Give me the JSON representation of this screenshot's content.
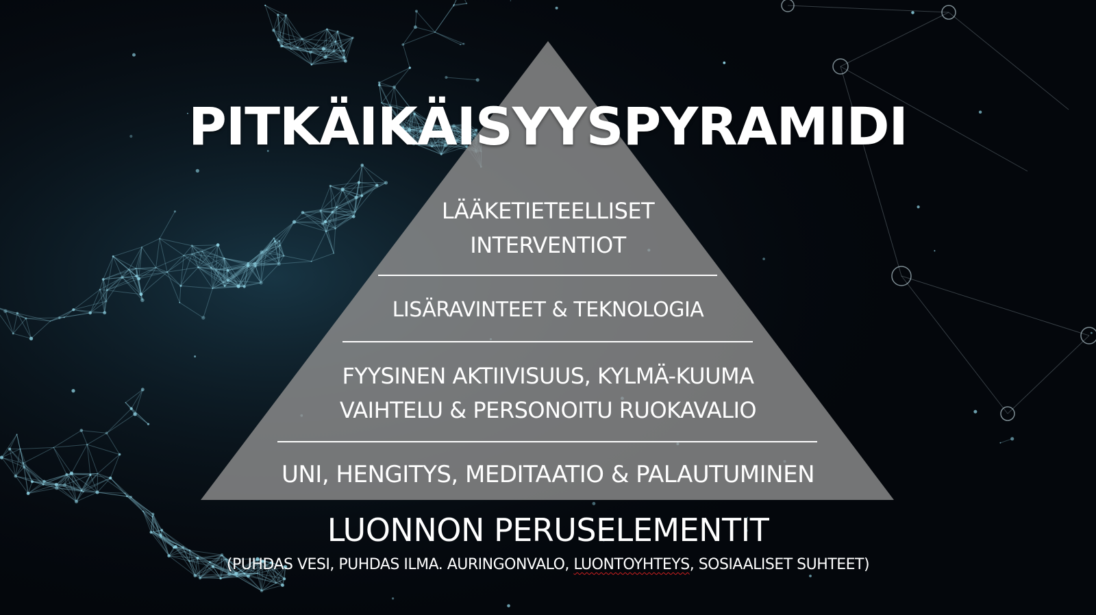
{
  "title": "PITKÄIKÄISYYSPYRAMIDI",
  "pyramid": {
    "fill_color": "#8e8e8e",
    "divider_color": "#ffffff",
    "layers": [
      {
        "lines": [
          "LÄÄKETIETEELLISET",
          "INTERVENTIOT"
        ]
      },
      {
        "lines": [
          "LISÄRAVINTEET & TEKNOLOGIA"
        ]
      },
      {
        "lines": [
          "FYYSINEN AKTIIVISUUS, KYLMÄ-KUUMA",
          "VAIHTELU & PERSONOITU RUOKAVALIO"
        ]
      },
      {
        "lines": [
          "UNI, HENGITYS, MEDITAATIO & PALAUTUMINEN"
        ]
      }
    ]
  },
  "base": {
    "title": "LUONNON PERUSELEMENTIT",
    "subtitle_before": "(PUHDAS VESI, PUHDAS ILMA. AURINGONVALO, ",
    "subtitle_flagged": "LUONTOYHTEYS",
    "subtitle_after": ", SOSIAALISET SUHTEET)"
  },
  "background": {
    "base_color": "#04070c",
    "network_color": "#6fc3d6"
  }
}
